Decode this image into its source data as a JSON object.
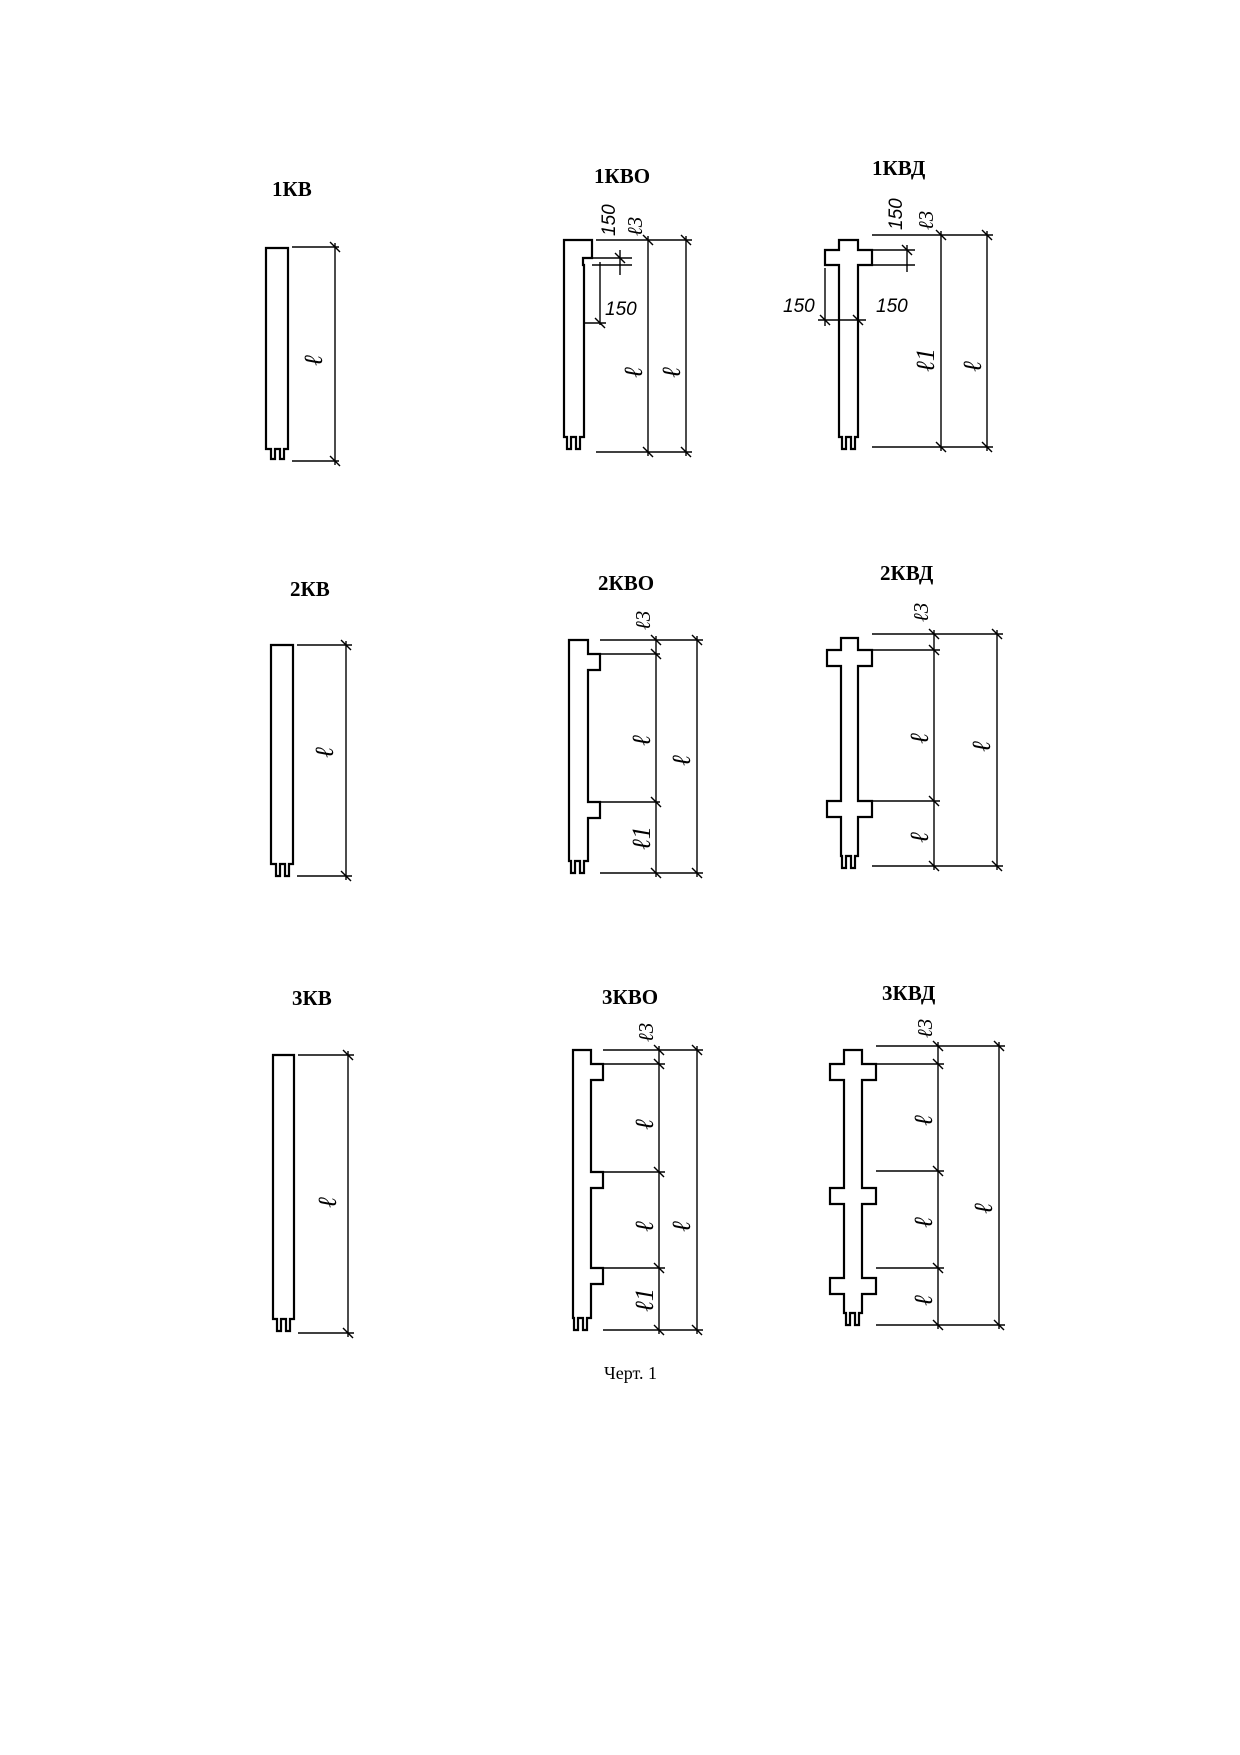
{
  "drawing": {
    "rows": [
      {
        "types": [
          {
            "name": "1КВ",
            "length_label": "ℓ"
          },
          {
            "name": "1КВО",
            "dim_150_top": "150",
            "dim_b3": "ℓ3",
            "dim_150_side": "150",
            "dim_b": "ℓ",
            "length_label": "ℓ"
          },
          {
            "name": "1КВД",
            "dim_150_top": "150",
            "dim_b3": "ℓ3",
            "dim_150_left": "150",
            "dim_150_right": "150",
            "dim_b1": "ℓ1",
            "length_label": "ℓ"
          }
        ]
      },
      {
        "types": [
          {
            "name": "2КВ",
            "length_label": "ℓ"
          },
          {
            "name": "2КВО",
            "dim_b3": "ℓ3",
            "dim_b": "ℓ",
            "dim_b1": "ℓ1",
            "length_label": "ℓ"
          },
          {
            "name": "2КВД",
            "dim_b3": "ℓ3",
            "dim_b": "ℓ",
            "dim_b1": "ℓ",
            "length_label": "ℓ"
          }
        ]
      },
      {
        "types": [
          {
            "name": "3КВ",
            "length_label": "ℓ"
          },
          {
            "name": "3КВО",
            "dim_b3": "ℓ3",
            "dim_b_a": "ℓ",
            "dim_b_b": "ℓ",
            "dim_b1": "ℓ1",
            "length_label": "ℓ"
          },
          {
            "name": "3КВД",
            "dim_b3": "ℓ3",
            "dim_b_a": "ℓ",
            "dim_b_b": "ℓ",
            "dim_b1": "ℓ",
            "length_label": "ℓ"
          }
        ]
      }
    ],
    "caption": "Черт. 1"
  }
}
